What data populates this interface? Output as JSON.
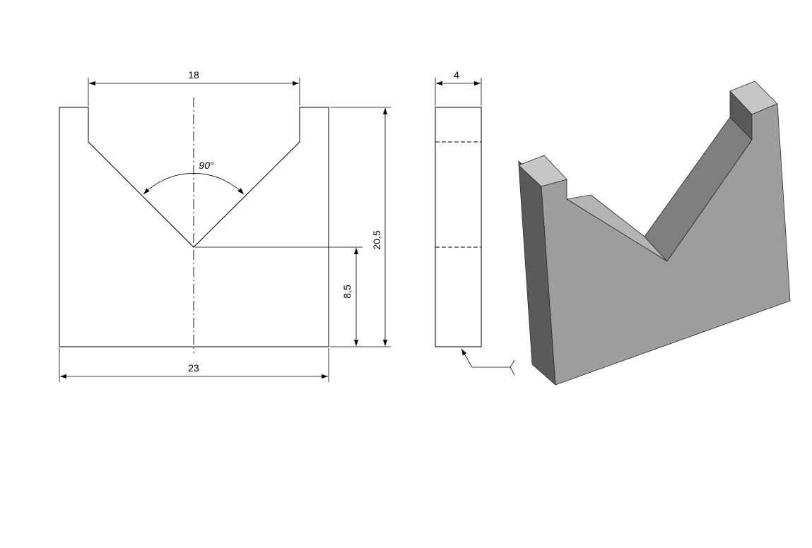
{
  "front_view": {
    "dimensions": {
      "top_opening": "18",
      "overall_width": "23",
      "overall_height": "20,5",
      "vertex_height": "8,5",
      "v_angle": "90°"
    }
  },
  "side_view": {
    "dimensions": {
      "thickness": "4"
    }
  },
  "iso_view": {
    "colors": {
      "front_face": "#9d9d9d",
      "top_face": "#c6c6c6",
      "side_face": "#5a5a5a",
      "groove_face": "#7f7f7f",
      "groove_face_light": "#b3b3b3"
    }
  }
}
